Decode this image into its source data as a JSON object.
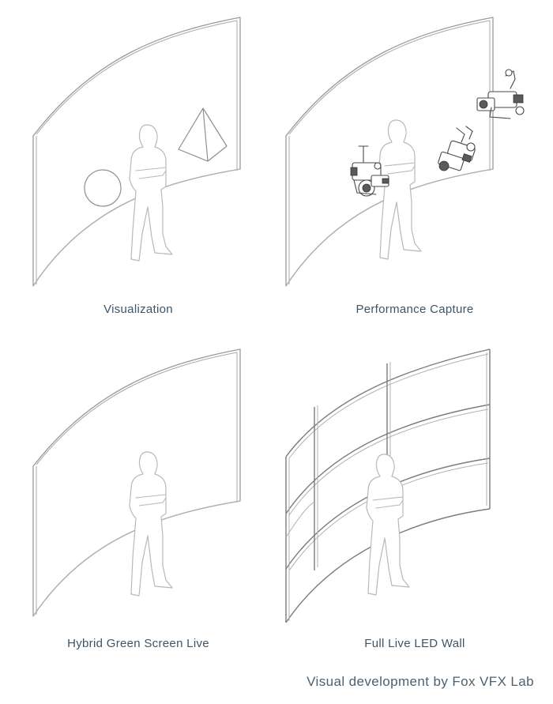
{
  "panels": [
    {
      "caption": "Visualization"
    },
    {
      "caption": "Performance Capture"
    },
    {
      "caption": "Hybrid Green Screen Live"
    },
    {
      "caption": "Full Live LED Wall"
    }
  ],
  "credit": "Visual development by Fox VFX Lab"
}
